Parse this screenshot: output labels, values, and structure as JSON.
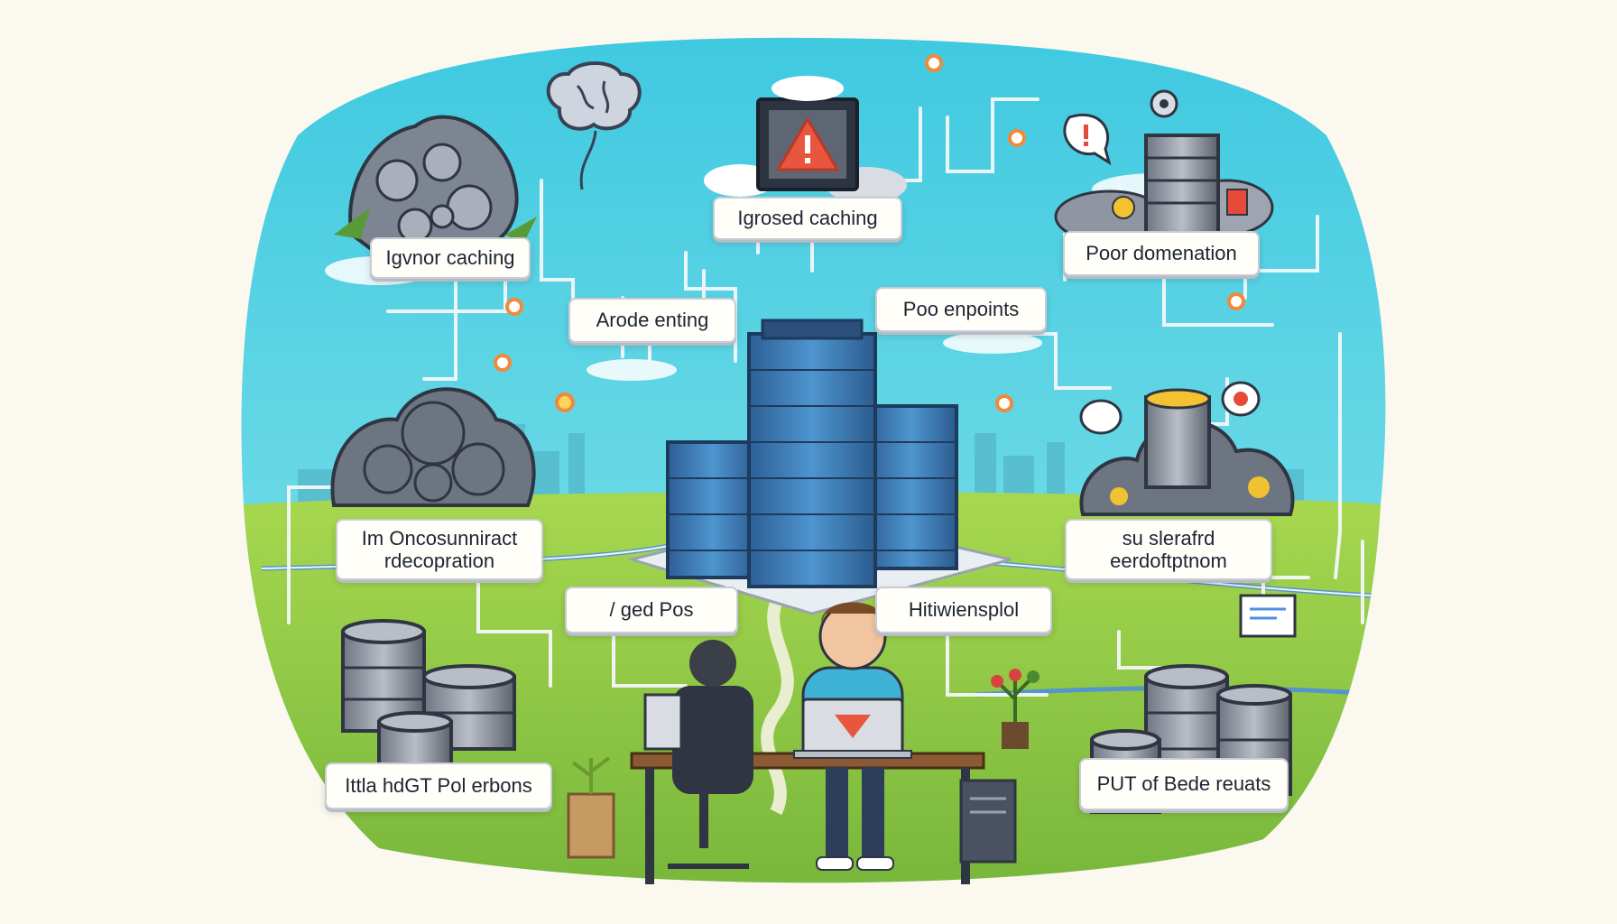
{
  "labels": [
    {
      "id": "ignor-caching",
      "text": "Igvnor caching"
    },
    {
      "id": "igrosed-caching",
      "text": "Igrosed caching"
    },
    {
      "id": "poor-domenation",
      "text": "Poor domenation"
    },
    {
      "id": "arode-enting",
      "text": "Arode enting"
    },
    {
      "id": "poo-enpoints",
      "text": "Poo enpoints"
    },
    {
      "id": "oncosunniract",
      "line1": "Im Oncosunniract",
      "line2": "rdecopration"
    },
    {
      "id": "slerafrd",
      "line1": "su slerafrd",
      "line2": "eerdoftptnom"
    },
    {
      "id": "gedpos",
      "text": "/ ged Pos"
    },
    {
      "id": "hitiwiensplol",
      "text": "Hitiwiensplol"
    },
    {
      "id": "ittla-hdgt",
      "text": "Ittla hdGT Pol erbons"
    },
    {
      "id": "put-of-bede",
      "text": "PUT of Bede reuats"
    }
  ],
  "colors": {
    "sky": "#3fd0df",
    "grass": "#8cc63f",
    "building": "#3a78b4",
    "warning": "#e8563f",
    "pipe": "#f4f7fb"
  },
  "icons": [
    "brain-icon",
    "warning-icon",
    "server-stack-icon",
    "gear-icon",
    "speech-bubble-icon",
    "laptop-icon",
    "desk-icon",
    "plant-icon"
  ]
}
